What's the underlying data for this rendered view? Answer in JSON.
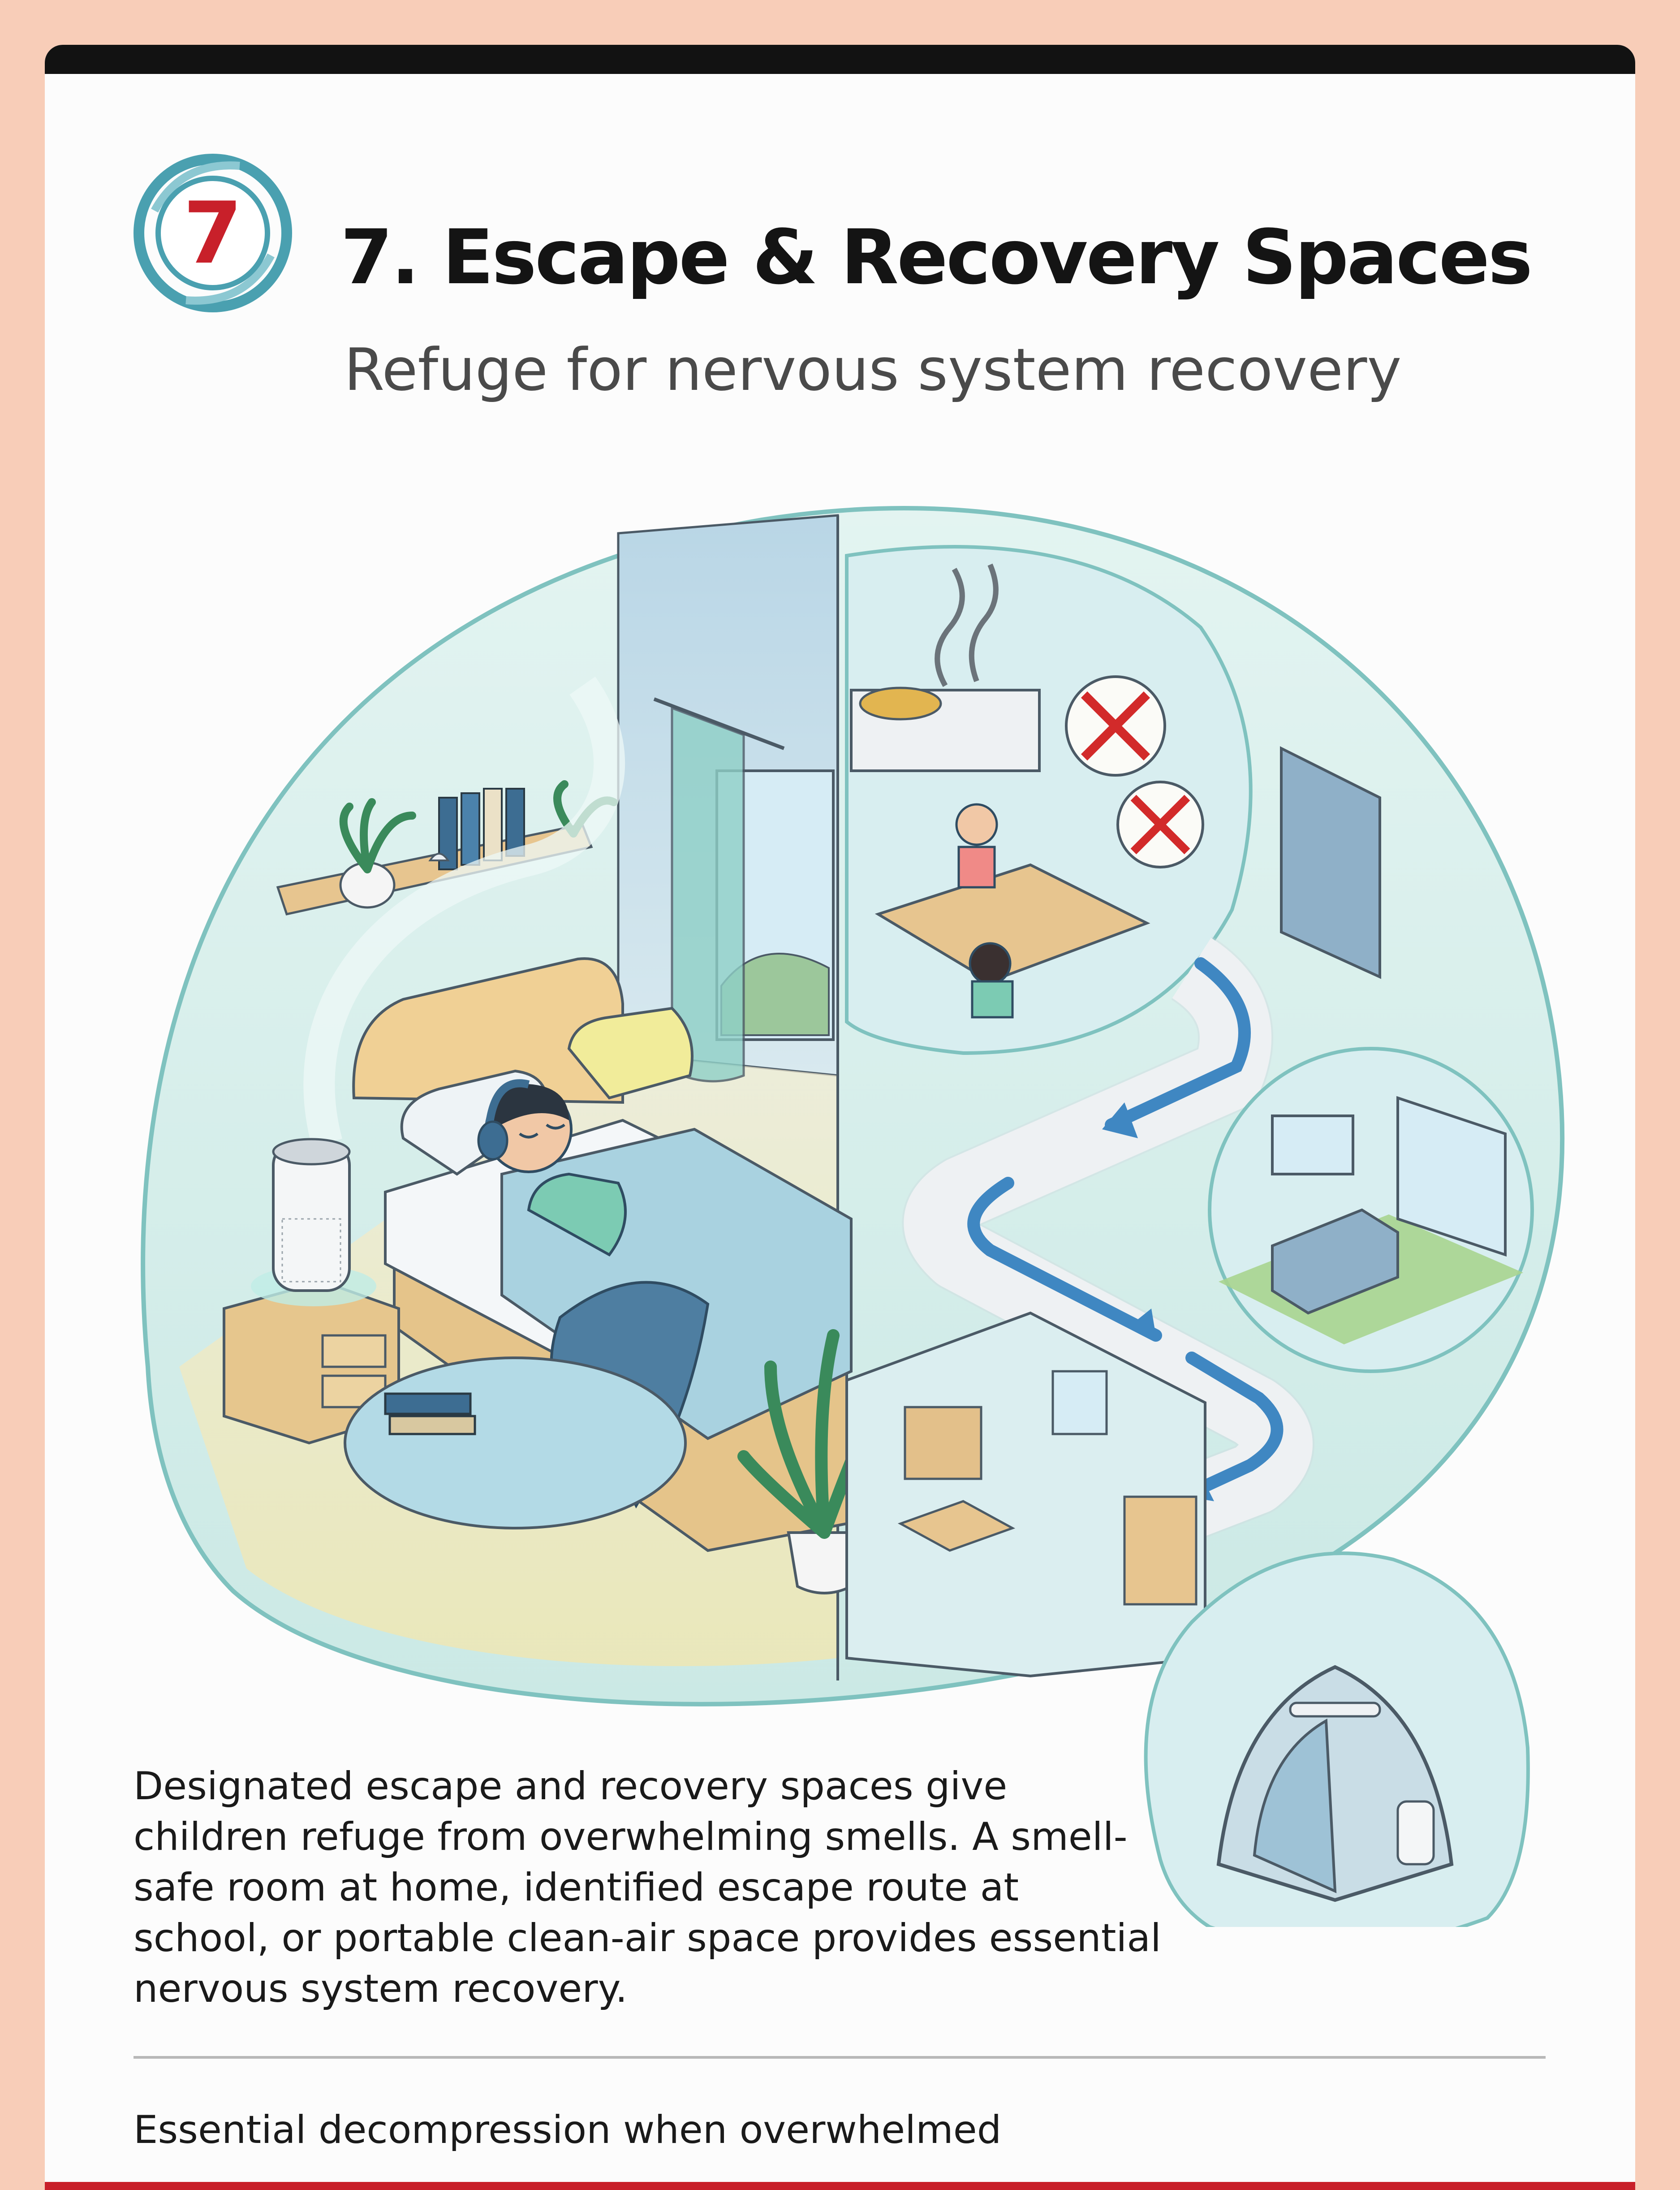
{
  "section": {
    "number": "7",
    "title": "7. Escape & Recovery Spaces",
    "subtitle": "Refuge for nervous system recovery"
  },
  "description": "Designated escape and recovery spaces give children refuge from overwhelming smells. A smell-safe room at home, identified escape route at school, or portable clean-air space provides essential nervous system recovery.",
  "footer": "Essential decompression when overwhelmed",
  "colors": {
    "accent_red": "#c8202a",
    "badge_teal": "#4aa0b0",
    "bubble_teal": "#b6e0dc",
    "route_blue": "#3f87c2",
    "page_background": "#f8cdb8"
  },
  "illustration": {
    "scenes": [
      "bedroom-safe-room",
      "school-cafeteria-smell-trigger",
      "escape-route",
      "quiet-lounge",
      "calm-classroom-corner",
      "portable-pop-up-tent"
    ],
    "icons": [
      "air-purifier-icon",
      "headphones-icon",
      "no-food-smell-icon",
      "route-arrow-icon",
      "tent-icon"
    ]
  }
}
